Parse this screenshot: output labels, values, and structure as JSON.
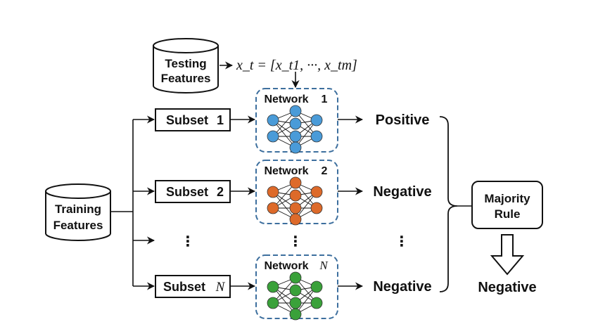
{
  "testing_db": {
    "line1": "Testing",
    "line2": "Features"
  },
  "feature_vector": "x_t = [x_t1, ···, x_tm]",
  "training_db": {
    "line1": "Training",
    "line2": "Features"
  },
  "subsets": [
    {
      "label": "Subset",
      "index": "1"
    },
    {
      "label": "Subset",
      "index": "2"
    },
    {
      "label": "Subset",
      "index": "N"
    }
  ],
  "networks": [
    {
      "label": "Network",
      "index": "1",
      "color": "#4a9bd8"
    },
    {
      "label": "Network",
      "index": "2",
      "color": "#dd6a2a"
    },
    {
      "label": "Network",
      "index": "N",
      "color": "#3aa13a"
    }
  ],
  "outputs": [
    {
      "text": "Positive",
      "color": "#e02b2b"
    },
    {
      "text": "Negative",
      "color": "#559a3a"
    },
    {
      "text": "Negative",
      "color": "#559a3a"
    }
  ],
  "ellipsis": "⋮",
  "majority_rule": {
    "line1": "Majority",
    "line2": "Rule"
  },
  "final_output": {
    "text": "Negative",
    "color": "#559a3a"
  },
  "colors": {
    "dashed_border": "#3d6f9e",
    "stroke": "#111111"
  }
}
